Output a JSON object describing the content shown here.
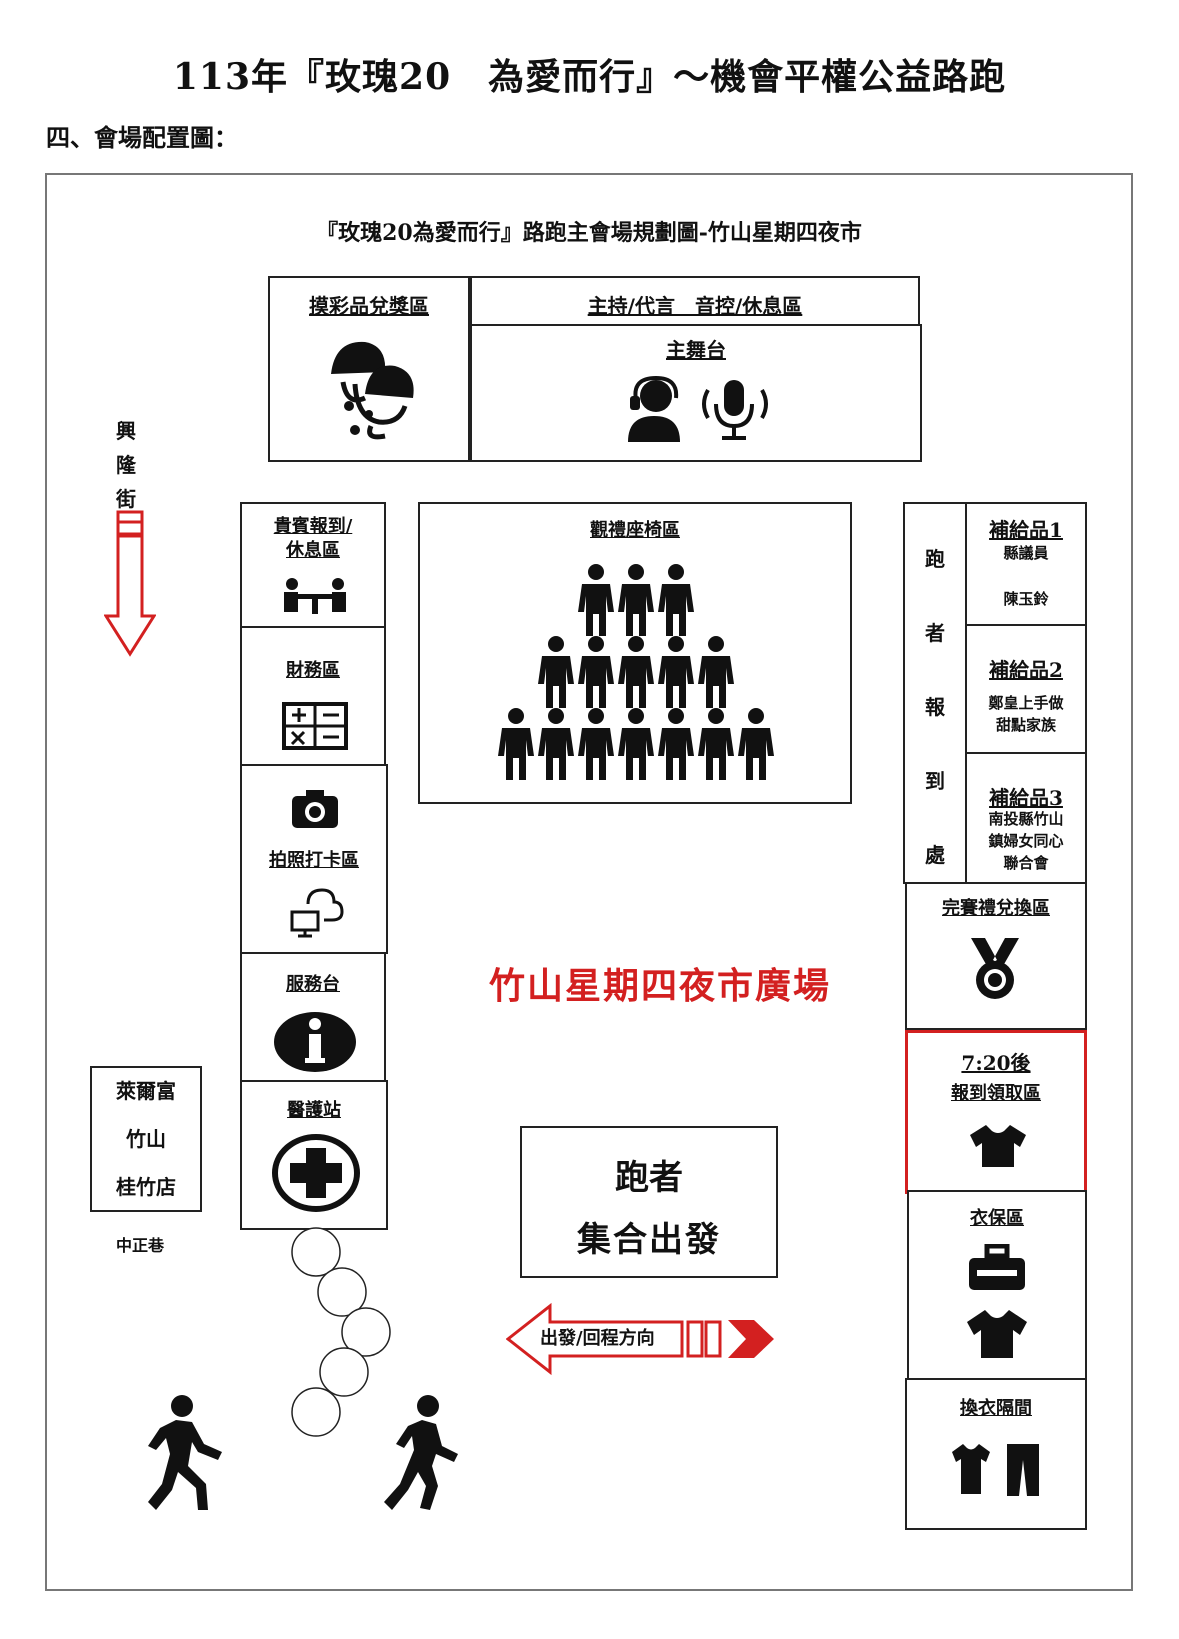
{
  "header": {
    "title": "113年『玫瑰20　為愛而行』～機會平權公益路跑",
    "section": "四、會場配置圖："
  },
  "plan": {
    "title": "『玫瑰20為愛而行』路跑主會場規劃圖-竹山星期四夜市",
    "center_label": "竹山星期四夜市廣場",
    "colors": {
      "accent_red": "#d32020",
      "line": "#222222"
    }
  },
  "zones": {
    "lottery": {
      "label": "摸彩品兌獎區",
      "icon": "lottery-balls-icon"
    },
    "host": {
      "label": "主持/代言　音控/休息區"
    },
    "stage": {
      "label": "主舞台",
      "icons": [
        "host-headset-icon",
        "microphone-icon"
      ]
    },
    "vip": {
      "label_line1": "貴賓報到/",
      "label_line2": "休息區",
      "icon": "meeting-table-icon"
    },
    "finance": {
      "label": "財務區",
      "icon": "calculator-icon"
    },
    "photo": {
      "label": "拍照打卡區",
      "icons": [
        "camera-icon",
        "cloud-upload-icon"
      ]
    },
    "service": {
      "label": "服務台",
      "icon": "info-icon"
    },
    "medical": {
      "label": "醫護站",
      "icon": "medical-cross-icon"
    },
    "audience": {
      "label": "觀禮座椅區",
      "icon": "crowd-icon"
    },
    "runner_checkin": {
      "label": "跑者報到處"
    },
    "supply1": {
      "label": "補給品1",
      "line1": "縣議員",
      "line2": "陳玉鈴"
    },
    "supply2": {
      "label": "補給品2",
      "line1": "鄭皇上手做",
      "line2": "甜點家族"
    },
    "supply3": {
      "label": "補給品3",
      "line1": "南投縣竹山",
      "line2": "鎮婦女同心",
      "line3": "聯合會"
    },
    "finish_gift": {
      "label": "完賽禮兌換區",
      "icon": "medal-icon"
    },
    "pickup": {
      "label_line1": "7:20後",
      "label_line2": "報到領取區",
      "icon": "tshirt-icon"
    },
    "baggage": {
      "label": "衣保區",
      "icons": [
        "bag-icon",
        "tshirt-icon"
      ]
    },
    "changing": {
      "label": "換衣隔間",
      "icons": [
        "tshirt-icon",
        "pants-icon"
      ]
    },
    "start": {
      "line1": "跑者",
      "line2": "集合出發"
    },
    "direction": {
      "label": "出發/回程方向"
    }
  },
  "streets": {
    "xinglong": "興隆街",
    "carrefour_line1": "萊爾富",
    "carrefour_line2": "竹山",
    "carrefour_line3": "桂竹店",
    "zhongzheng": "中正巷"
  }
}
